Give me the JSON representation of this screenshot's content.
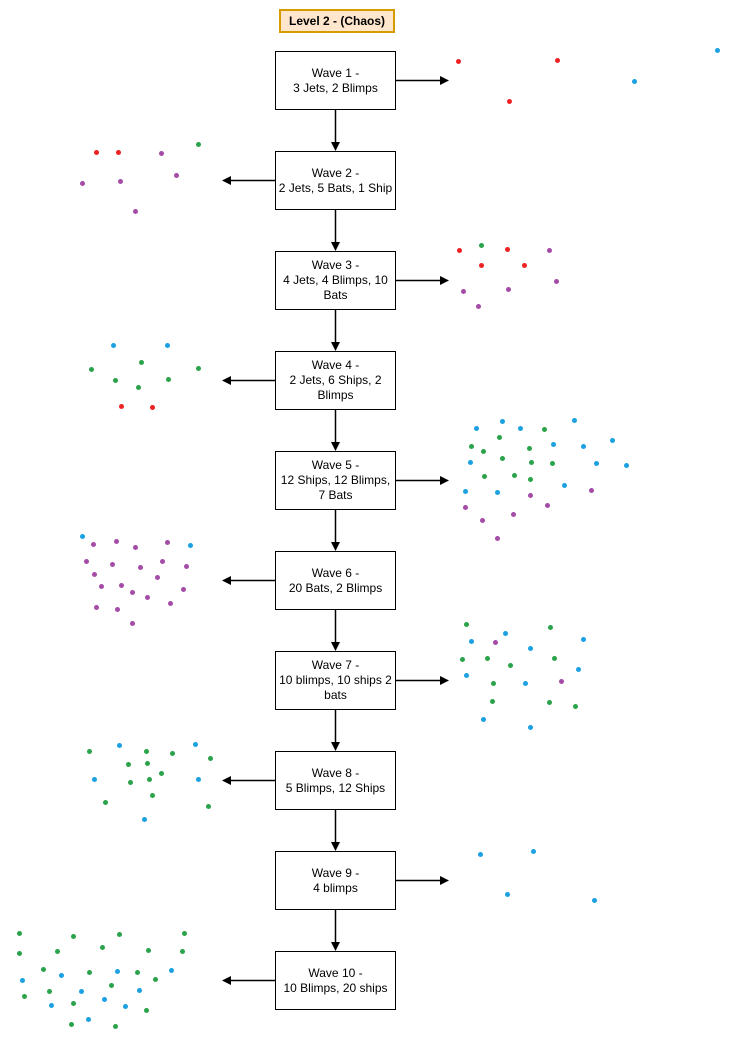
{
  "title": {
    "label": "Level 2 - (Chaos)"
  },
  "colors": {
    "jet": "#ee2222",
    "blimp": "#1ba1e2",
    "ship": "#2aa34a",
    "bat": "#a44ca6",
    "arrow": "#000000",
    "box_stroke": "#000000",
    "title_fill": "#ffe6cc",
    "title_stroke": "#d79b00"
  },
  "waves": [
    {
      "label_lines": [
        "Wave 1 -",
        "3 Jets, 2 Blimps"
      ],
      "side": "right",
      "dots": [
        [
          458,
          61,
          "jet"
        ],
        [
          557,
          60,
          "jet"
        ],
        [
          509,
          101,
          "jet"
        ],
        [
          634,
          81,
          "blimp"
        ],
        [
          717,
          50,
          "blimp"
        ]
      ]
    },
    {
      "label_lines": [
        "Wave 2 -",
        "2 Jets, 5 Bats, 1 Ship"
      ],
      "side": "left",
      "dots": [
        [
          96,
          152,
          "jet"
        ],
        [
          118,
          152,
          "jet"
        ],
        [
          198,
          144,
          "ship"
        ],
        [
          161,
          153,
          "bat"
        ],
        [
          176,
          175,
          "bat"
        ],
        [
          82,
          183,
          "bat"
        ],
        [
          120,
          181,
          "bat"
        ],
        [
          135,
          211,
          "bat"
        ]
      ]
    },
    {
      "label_lines": [
        "Wave 3 -",
        "4 Jets, 4 Blimps, 10",
        "Bats"
      ],
      "side": "right",
      "dots": [
        [
          459,
          250,
          "jet"
        ],
        [
          507,
          249,
          "jet"
        ],
        [
          481,
          265,
          "jet"
        ],
        [
          524,
          265,
          "jet"
        ],
        [
          481,
          245,
          "ship"
        ],
        [
          549,
          250,
          "bat"
        ],
        [
          556,
          281,
          "bat"
        ],
        [
          463,
          291,
          "bat"
        ],
        [
          508,
          289,
          "bat"
        ],
        [
          478,
          306,
          "bat"
        ]
      ]
    },
    {
      "label_lines": [
        "Wave 4 -",
        "2 Jets, 6 Ships, 2",
        "Blimps"
      ],
      "side": "left",
      "dots": [
        [
          113,
          345,
          "blimp"
        ],
        [
          167,
          345,
          "blimp"
        ],
        [
          91,
          369,
          "ship"
        ],
        [
          141,
          362,
          "ship"
        ],
        [
          198,
          368,
          "ship"
        ],
        [
          115,
          380,
          "ship"
        ],
        [
          168,
          379,
          "ship"
        ],
        [
          138,
          387,
          "ship"
        ],
        [
          121,
          406,
          "jet"
        ],
        [
          152,
          407,
          "jet"
        ]
      ]
    },
    {
      "label_lines": [
        "Wave 5 -",
        "12 Ships, 12 Blimps,",
        "7 Bats"
      ],
      "side": "right",
      "dots": [
        [
          476,
          428,
          "blimp"
        ],
        [
          502,
          421,
          "blimp"
        ],
        [
          520,
          428,
          "blimp"
        ],
        [
          574,
          420,
          "blimp"
        ],
        [
          553,
          444,
          "blimp"
        ],
        [
          583,
          446,
          "blimp"
        ],
        [
          612,
          440,
          "blimp"
        ],
        [
          470,
          462,
          "blimp"
        ],
        [
          596,
          463,
          "blimp"
        ],
        [
          626,
          465,
          "blimp"
        ],
        [
          465,
          491,
          "blimp"
        ],
        [
          497,
          492,
          "blimp"
        ],
        [
          564,
          485,
          "blimp"
        ],
        [
          499,
          437,
          "ship"
        ],
        [
          544,
          429,
          "ship"
        ],
        [
          471,
          446,
          "ship"
        ],
        [
          483,
          451,
          "ship"
        ],
        [
          529,
          448,
          "ship"
        ],
        [
          502,
          458,
          "ship"
        ],
        [
          531,
          462,
          "ship"
        ],
        [
          552,
          463,
          "ship"
        ],
        [
          484,
          476,
          "ship"
        ],
        [
          514,
          475,
          "ship"
        ],
        [
          530,
          479,
          "ship"
        ],
        [
          591,
          490,
          "bat"
        ],
        [
          530,
          495,
          "bat"
        ],
        [
          547,
          505,
          "bat"
        ],
        [
          465,
          507,
          "bat"
        ],
        [
          513,
          514,
          "bat"
        ],
        [
          482,
          520,
          "bat"
        ],
        [
          497,
          538,
          "bat"
        ]
      ]
    },
    {
      "label_lines": [
        "Wave 6 -",
        "20 Bats, 2 Blimps"
      ],
      "side": "left",
      "dots": [
        [
          82,
          536,
          "blimp"
        ],
        [
          190,
          545,
          "blimp"
        ],
        [
          93,
          544,
          "bat"
        ],
        [
          116,
          541,
          "bat"
        ],
        [
          135,
          547,
          "bat"
        ],
        [
          167,
          542,
          "bat"
        ],
        [
          86,
          561,
          "bat"
        ],
        [
          112,
          564,
          "bat"
        ],
        [
          140,
          567,
          "bat"
        ],
        [
          162,
          561,
          "bat"
        ],
        [
          186,
          566,
          "bat"
        ],
        [
          94,
          574,
          "bat"
        ],
        [
          157,
          577,
          "bat"
        ],
        [
          101,
          586,
          "bat"
        ],
        [
          121,
          585,
          "bat"
        ],
        [
          183,
          589,
          "bat"
        ],
        [
          132,
          592,
          "bat"
        ],
        [
          147,
          597,
          "bat"
        ],
        [
          170,
          603,
          "bat"
        ],
        [
          96,
          607,
          "bat"
        ],
        [
          117,
          609,
          "bat"
        ],
        [
          132,
          623,
          "bat"
        ]
      ]
    },
    {
      "label_lines": [
        "Wave 7 -",
        "10 blimps, 10 ships 2",
        "bats"
      ],
      "side": "right",
      "dots": [
        [
          471,
          641,
          "blimp"
        ],
        [
          505,
          633,
          "blimp"
        ],
        [
          530,
          648,
          "blimp"
        ],
        [
          583,
          639,
          "blimp"
        ],
        [
          466,
          675,
          "blimp"
        ],
        [
          578,
          669,
          "blimp"
        ],
        [
          525,
          683,
          "blimp"
        ],
        [
          483,
          719,
          "blimp"
        ],
        [
          530,
          727,
          "blimp"
        ],
        [
          466,
          624,
          "ship"
        ],
        [
          550,
          627,
          "ship"
        ],
        [
          462,
          659,
          "ship"
        ],
        [
          487,
          658,
          "ship"
        ],
        [
          510,
          665,
          "ship"
        ],
        [
          554,
          658,
          "ship"
        ],
        [
          493,
          683,
          "ship"
        ],
        [
          492,
          701,
          "ship"
        ],
        [
          549,
          702,
          "ship"
        ],
        [
          575,
          706,
          "ship"
        ],
        [
          495,
          642,
          "bat"
        ],
        [
          561,
          681,
          "bat"
        ]
      ]
    },
    {
      "label_lines": [
        "Wave 8 -",
        "5 Blimps, 12 Ships"
      ],
      "side": "left",
      "dots": [
        [
          119,
          745,
          "blimp"
        ],
        [
          195,
          744,
          "blimp"
        ],
        [
          94,
          779,
          "blimp"
        ],
        [
          198,
          779,
          "blimp"
        ],
        [
          144,
          819,
          "blimp"
        ],
        [
          89,
          751,
          "ship"
        ],
        [
          146,
          751,
          "ship"
        ],
        [
          172,
          753,
          "ship"
        ],
        [
          210,
          758,
          "ship"
        ],
        [
          128,
          764,
          "ship"
        ],
        [
          147,
          763,
          "ship"
        ],
        [
          161,
          773,
          "ship"
        ],
        [
          130,
          782,
          "ship"
        ],
        [
          149,
          779,
          "ship"
        ],
        [
          152,
          795,
          "ship"
        ],
        [
          105,
          802,
          "ship"
        ],
        [
          208,
          806,
          "ship"
        ]
      ]
    },
    {
      "label_lines": [
        "Wave 9 -",
        "4 blimps"
      ],
      "side": "right",
      "dots": [
        [
          480,
          854,
          "blimp"
        ],
        [
          533,
          851,
          "blimp"
        ],
        [
          507,
          894,
          "blimp"
        ],
        [
          594,
          900,
          "blimp"
        ]
      ]
    },
    {
      "label_lines": [
        "Wave 10 -",
        "10 Blimps, 20 ships"
      ],
      "side": "left",
      "dots": [
        [
          19,
          933,
          "ship"
        ],
        [
          73,
          936,
          "ship"
        ],
        [
          119,
          934,
          "ship"
        ],
        [
          184,
          933,
          "ship"
        ],
        [
          19,
          953,
          "ship"
        ],
        [
          57,
          951,
          "ship"
        ],
        [
          102,
          947,
          "ship"
        ],
        [
          148,
          950,
          "ship"
        ],
        [
          182,
          951,
          "ship"
        ],
        [
          43,
          969,
          "ship"
        ],
        [
          89,
          972,
          "ship"
        ],
        [
          137,
          972,
          "ship"
        ],
        [
          155,
          979,
          "ship"
        ],
        [
          24,
          996,
          "ship"
        ],
        [
          49,
          991,
          "ship"
        ],
        [
          111,
          985,
          "ship"
        ],
        [
          73,
          1003,
          "ship"
        ],
        [
          146,
          1010,
          "ship"
        ],
        [
          71,
          1024,
          "ship"
        ],
        [
          115,
          1026,
          "ship"
        ],
        [
          22,
          980,
          "blimp"
        ],
        [
          61,
          975,
          "blimp"
        ],
        [
          117,
          971,
          "blimp"
        ],
        [
          171,
          970,
          "blimp"
        ],
        [
          81,
          991,
          "blimp"
        ],
        [
          139,
          990,
          "blimp"
        ],
        [
          51,
          1005,
          "blimp"
        ],
        [
          104,
          999,
          "blimp"
        ],
        [
          125,
          1006,
          "blimp"
        ],
        [
          88,
          1019,
          "blimp"
        ]
      ]
    }
  ]
}
